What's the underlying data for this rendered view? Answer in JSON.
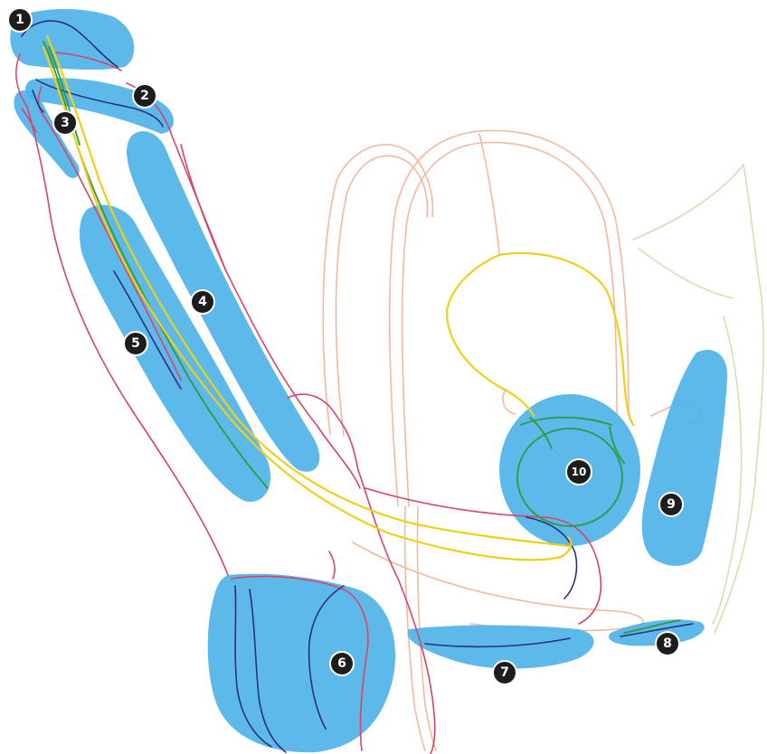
{
  "colors": {
    "region_fill": "#4fb3e8",
    "marker_fill": "#1d1d1d",
    "outline_red": "#d8436a",
    "outline_navy": "#2a2f7a",
    "outline_green": "#2f9a3c",
    "outline_yellow": "#f0d016",
    "outline_peach": "#f3b8a0",
    "outline_sage": "#cfe2b4"
  },
  "markers": {
    "m1": "1",
    "m2": "2",
    "m3": "3",
    "m4": "4",
    "m5": "5",
    "m6": "6",
    "m7": "7",
    "m8": "8",
    "m9": "9",
    "m10": "10"
  }
}
